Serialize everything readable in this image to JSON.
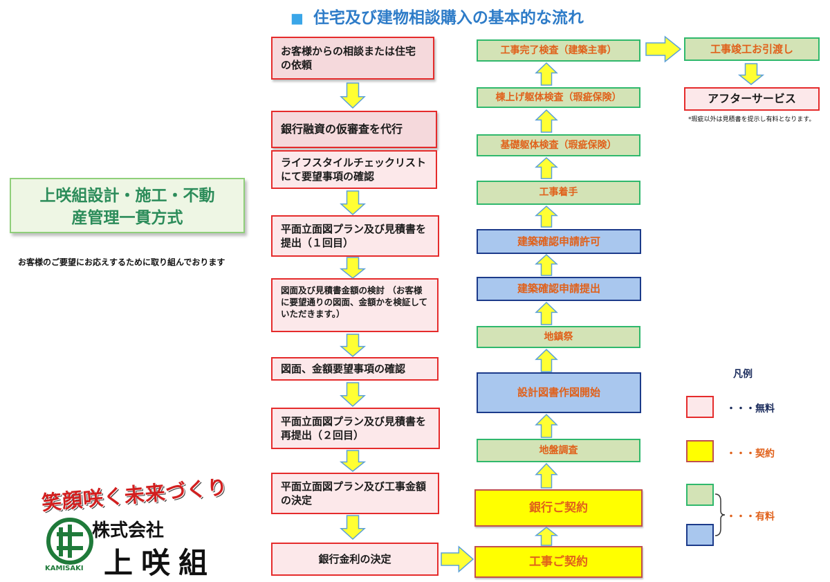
{
  "title": "住宅及び建物相談購入の基本的な流れ",
  "side_box": {
    "line1": "上咲組設計・施工・不動",
    "line2": "産管理一貫方式"
  },
  "side_note": "お客様のご要望にお応えするために取り組んでおります",
  "left_steps": [
    "お客様からの相談または住宅の依頼",
    "銀行融資の仮審査を代行",
    "ライフスタイルチェックリストにて要望事項の確認",
    "平面立面図プラン及び見積書を提出（１回目）",
    "図面及び見積書金額の検討 （お客様に要望通りの図面、金額かを検証していただきます。）",
    "図面、金額要望事項の確認",
    "平面立面図プラン及び見積書を再提出（２回目）",
    "平面立面図プラン及び工事金額の決定",
    "銀行金利の決定"
  ],
  "middle_steps": [
    "工事完了検査（建築主事）",
    "棟上げ躯体検査（瑕疵保険）",
    "基礎躯体検査（瑕疵保険）",
    "工事着手",
    "建築確認申請許可",
    "建築確認申請提出",
    "地鎮祭",
    "設計図書作図開始",
    "地盤調査",
    "銀行ご契約",
    "工事ご契約"
  ],
  "right_steps": [
    "工事竣工お引渡し",
    "アフターサービス"
  ],
  "after_note": "*瑕疵以外は見積書を提示し有料となります。",
  "legend": {
    "title": "凡例",
    "free": "・・・無料",
    "contract": "・・・契約",
    "paid": "・・・有料"
  },
  "logo": {
    "slogan": "笑顔咲く未来づくり",
    "company_type": "株式会社",
    "company_name": "上咲組",
    "romaji": "KAMISAKI"
  },
  "colors": {
    "free_fill": "#fce8ea",
    "free_border": "#e52b2b",
    "contract_fill": "#ffff00",
    "contract_border": "#c0504d",
    "paid_green_fill": "#d3e3b6",
    "paid_green_border": "#2fb86c",
    "paid_blue_fill": "#a9c7ee",
    "paid_blue_border": "#1b3a8a",
    "arrow": "#ffff33"
  }
}
